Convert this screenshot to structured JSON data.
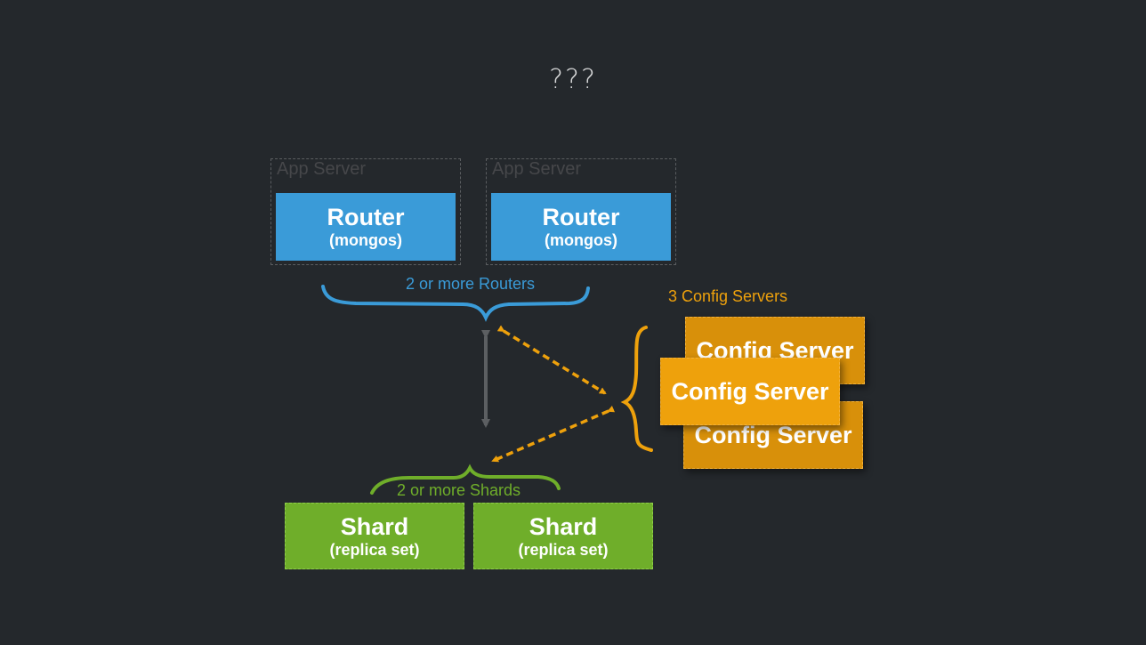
{
  "title": "???",
  "app_servers": [
    {
      "label": "App Server",
      "router_title": "Router",
      "router_sub": "(mongos)"
    },
    {
      "label": "App Server",
      "router_title": "Router",
      "router_sub": "(mongos)"
    }
  ],
  "routers_caption": "2 or more Routers",
  "config_caption": "3 Config Servers",
  "config_servers": [
    "Config Server",
    "Config Server",
    "Config Server"
  ],
  "shards_caption": "2 or more Shards",
  "shards": [
    {
      "title": "Shard",
      "sub": "(replica set)"
    },
    {
      "title": "Shard",
      "sub": "(replica set)"
    }
  ],
  "colors": {
    "background": "#24282c",
    "router": "#3a9bd8",
    "config": "#eea10c",
    "shard": "#6fae2a",
    "arrow_gray": "#5c5f62"
  }
}
